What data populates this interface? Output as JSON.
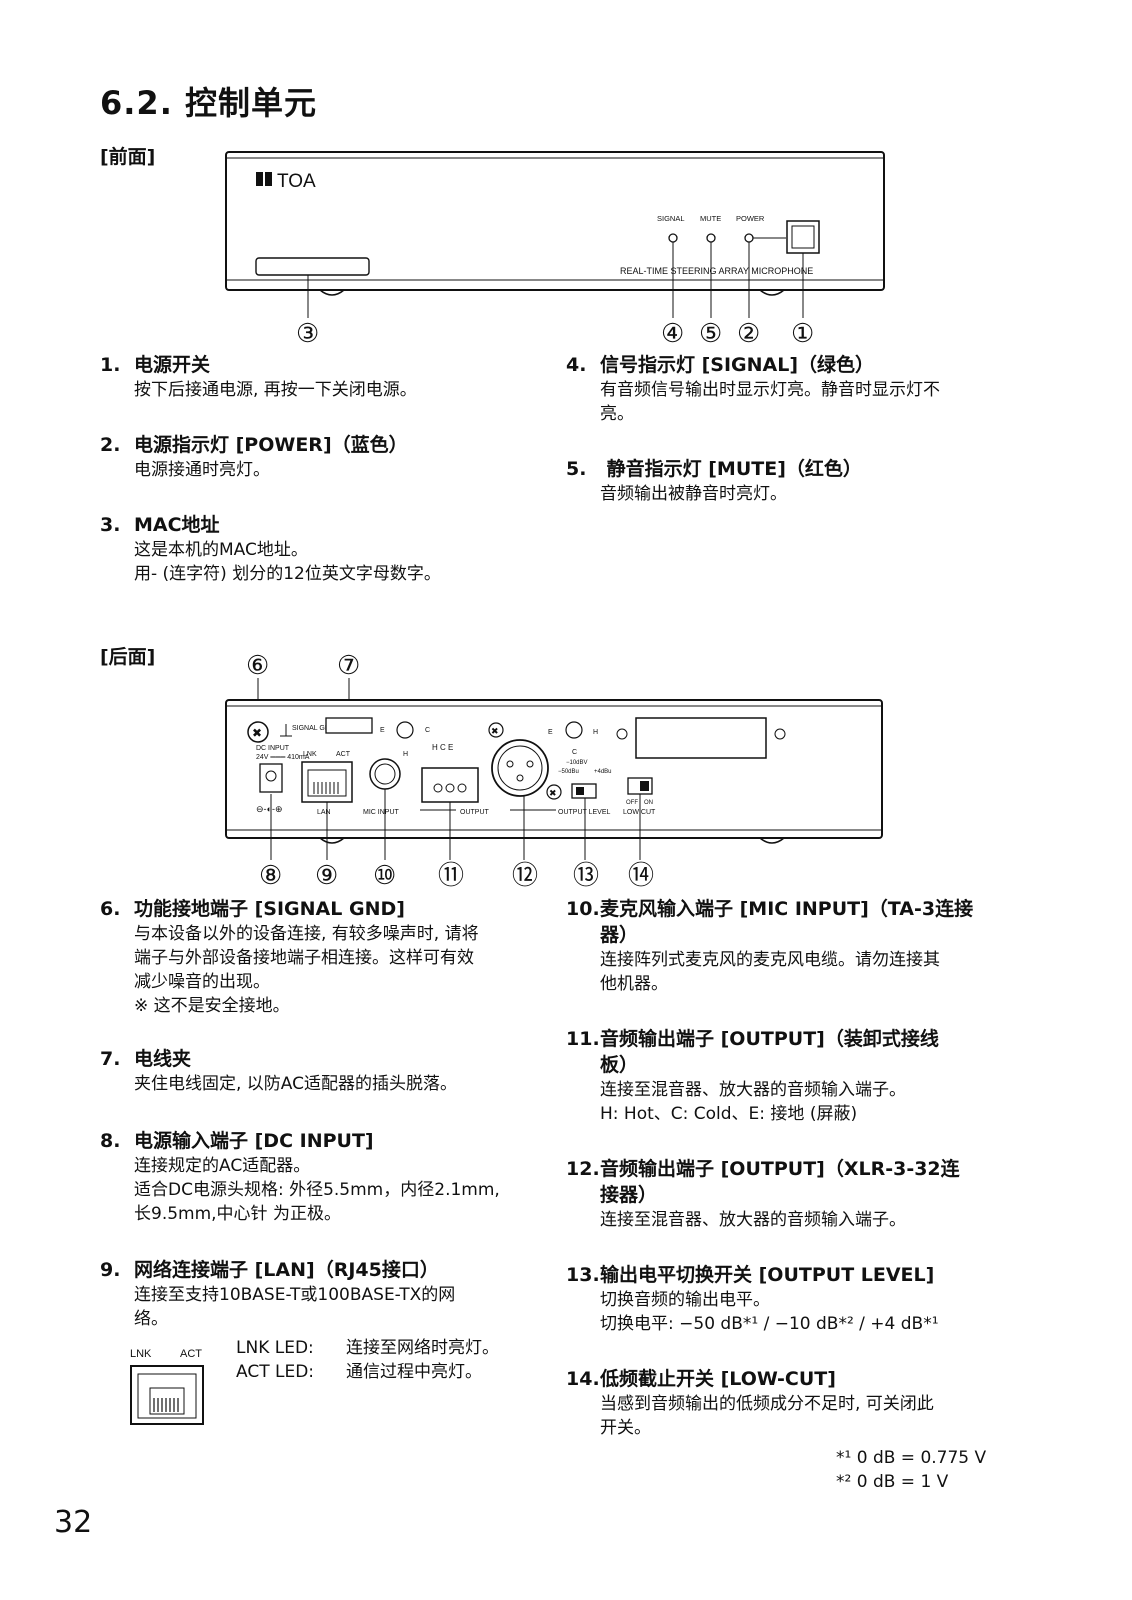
{
  "heading": "6.2. 控制单元",
  "front": {
    "label": "[前面]",
    "brand": "TOA",
    "indicator_labels": [
      "SIGNAL",
      "MUTE",
      "POWER"
    ],
    "model_text": "REAL-TIME STEERING ARRAY MICROPHONE",
    "callouts": [
      "③",
      "④",
      "⑤",
      "②",
      "①"
    ]
  },
  "front_items": {
    "i1": {
      "num": "1.",
      "title": "电源开关",
      "lines": [
        "按下后接通电源, 再按一下关闭电源。"
      ]
    },
    "i2": {
      "num": "2.",
      "title": "电源指示灯 [POWER]（蓝色）",
      "lines": [
        "电源接通时亮灯。"
      ]
    },
    "i3": {
      "num": "3.",
      "title": "MAC地址",
      "lines": [
        "这是本机的MAC地址。",
        "用- (连字符) 划分的12位英文字母数字。"
      ]
    },
    "i4": {
      "num": "4.",
      "title": "信号指示灯 [SIGNAL]（绿色）",
      "lines": [
        "有音频信号输出时显示灯亮。静音时显示灯不",
        "亮。"
      ]
    },
    "i5": {
      "num": "5.",
      "title": " 静音指示灯 [MUTE]（红色）",
      "lines": [
        "音频输出被静音时亮灯。"
      ]
    }
  },
  "rear": {
    "label": "[后面]",
    "top_callouts": [
      "⑥",
      "⑦"
    ],
    "bottom_callouts": [
      "⑧",
      "⑨",
      "⑩",
      "⑪",
      "⑫",
      "⑬",
      "⑭"
    ],
    "panel_text": {
      "signal_gnd": "SIGNAL GND",
      "dc_input": "DC INPUT",
      "dc_rating": "24V ═══ 410mA",
      "lnk": "LNK",
      "act": "ACT",
      "lan": "LAN",
      "mic_input": "MIC INPUT",
      "output": "OUTPUT",
      "output_level": "OUTPUT LEVEL",
      "low_cut": "LOW CUT",
      "off": "OFF",
      "on": "ON",
      "hce": "H  C  E",
      "lv1": "−10dBV",
      "lv2": "−50dBu",
      "lv3": "+4dBu"
    }
  },
  "rear_items": {
    "i6": {
      "num": "6.",
      "title": "功能接地端子 [SIGNAL GND]",
      "lines": [
        "与本设备以外的设备连接, 有较多噪声时, 请将",
        "端子与外部设备接地端子相连接。这样可有效",
        "减少噪音的出现。",
        "※ 这不是安全接地。"
      ]
    },
    "i7": {
      "num": "7.",
      "title": "电线夹",
      "lines": [
        "夹住电线固定, 以防AC适配器的插头脱落。"
      ]
    },
    "i8": {
      "num": "8.",
      "title": "电源输入端子 [DC INPUT]",
      "lines": [
        "连接规定的AC适配器。",
        "适合DC电源头规格: 外径5.5mm，内径2.1mm,",
        "长9.5mm,中心针 为正极。"
      ]
    },
    "i9": {
      "num": "9.",
      "title": "网络连接端子 [LAN]（RJ45接口）",
      "lines": [
        "连接至支持10BASE-T或100BASE-TX的网",
        "络。"
      ]
    },
    "i10": {
      "num": "10.",
      "title_lines": [
        "麦克风输入端子 [MIC INPUT]（TA-3连接",
        "器）"
      ],
      "lines": [
        "连接阵列式麦克风的麦克风电缆。请勿连接其",
        "他机器。"
      ]
    },
    "i11": {
      "num": "11.",
      "title_lines": [
        "音频输出端子 [OUTPUT]（装卸式接线",
        "板）"
      ],
      "lines": [
        "连接至混音器、放大器的音频输入端子。",
        "H: Hot、C: Cold、E: 接地 (屏蔽)"
      ]
    },
    "i12": {
      "num": "12.",
      "title_lines": [
        "音频输出端子 [OUTPUT]（XLR-3-32连",
        "接器）"
      ],
      "lines": [
        "连接至混音器、放大器的音频输入端子。"
      ]
    },
    "i13": {
      "num": "13.",
      "title_lines": [
        "输出电平切换开关 [OUTPUT LEVEL]"
      ],
      "lines": [
        "切换音频的输出电平。",
        "切换电平: −50 dB*¹ / −10 dB*² / +4 dB*¹"
      ]
    },
    "i14": {
      "num": "14.",
      "title_lines": [
        "低频截止开关 [LOW-CUT]"
      ],
      "lines": [
        "当感到音频输出的低频成分不足时, 可关闭此",
        "开关。"
      ]
    }
  },
  "lan_led": {
    "lnk": "LNK",
    "act": "ACT",
    "rows": [
      {
        "label": "LNK LED:",
        "text": "连接至网络时亮灯。"
      },
      {
        "label": "ACT LED:",
        "text": "通信过程中亮灯。"
      }
    ]
  },
  "footnotes": [
    "*¹ 0 dB = 0.775 V",
    "*² 0 dB = 1 V"
  ],
  "page_number": "32"
}
